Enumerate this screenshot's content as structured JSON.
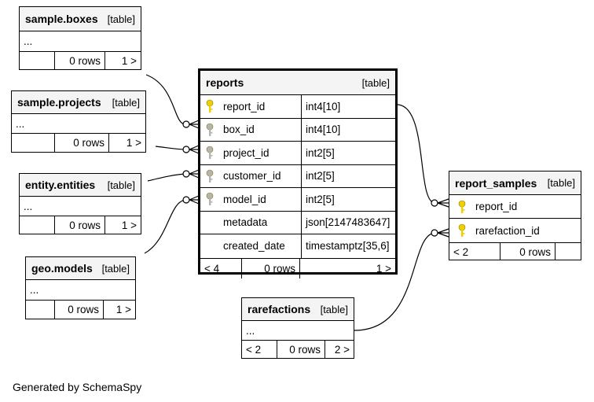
{
  "tables": {
    "sample_boxes": {
      "name": "sample.boxes",
      "type": "[table]",
      "ellipsis": "...",
      "footer": {
        "left": "",
        "mid": "0 rows",
        "right": "1 >"
      }
    },
    "sample_projects": {
      "name": "sample.projects",
      "type": "[table]",
      "ellipsis": "...",
      "footer": {
        "left": "",
        "mid": "0 rows",
        "right": "1 >"
      }
    },
    "entity_entities": {
      "name": "entity.entities",
      "type": "[table]",
      "ellipsis": "...",
      "footer": {
        "left": "",
        "mid": "0 rows",
        "right": "1 >"
      }
    },
    "geo_models": {
      "name": "geo.models",
      "type": "[table]",
      "ellipsis": "...",
      "footer": {
        "left": "",
        "mid": "0 rows",
        "right": "1 >"
      }
    },
    "reports": {
      "name": "reports",
      "type": "[table]",
      "columns": [
        {
          "name": "report_id",
          "type": "int4[10]",
          "key": "primary"
        },
        {
          "name": "box_id",
          "type": "int4[10]",
          "key": "foreign"
        },
        {
          "name": "project_id",
          "type": "int2[5]",
          "key": "foreign"
        },
        {
          "name": "customer_id",
          "type": "int2[5]",
          "key": "foreign"
        },
        {
          "name": "model_id",
          "type": "int2[5]",
          "key": "foreign"
        },
        {
          "name": "metadata",
          "type": "json[2147483647]",
          "key": "none"
        },
        {
          "name": "created_date",
          "type": "timestamptz[35,6]",
          "key": "none"
        }
      ],
      "footer": {
        "left": "< 4",
        "mid": "0 rows",
        "right": "1 >"
      }
    },
    "report_samples": {
      "name": "report_samples",
      "type": "[table]",
      "columns": [
        {
          "name": "report_id",
          "key": "primary"
        },
        {
          "name": "rarefaction_id",
          "key": "primary"
        }
      ],
      "footer": {
        "left": "< 2",
        "mid": "0 rows",
        "right": ""
      }
    },
    "rarefactions": {
      "name": "rarefactions",
      "type": "[table]",
      "ellipsis": "...",
      "footer": {
        "left": "< 2",
        "mid": "0 rows",
        "right": "2 >"
      }
    }
  },
  "footer_text": "Generated by SchemaSpy",
  "colors": {
    "primary_key": "#f0d000",
    "foreign_key": "#b4b4b4",
    "header_bg": "#f4f4f4"
  },
  "icons": {
    "primary_key": "key-icon-gold",
    "foreign_key": "key-icon-gray"
  }
}
